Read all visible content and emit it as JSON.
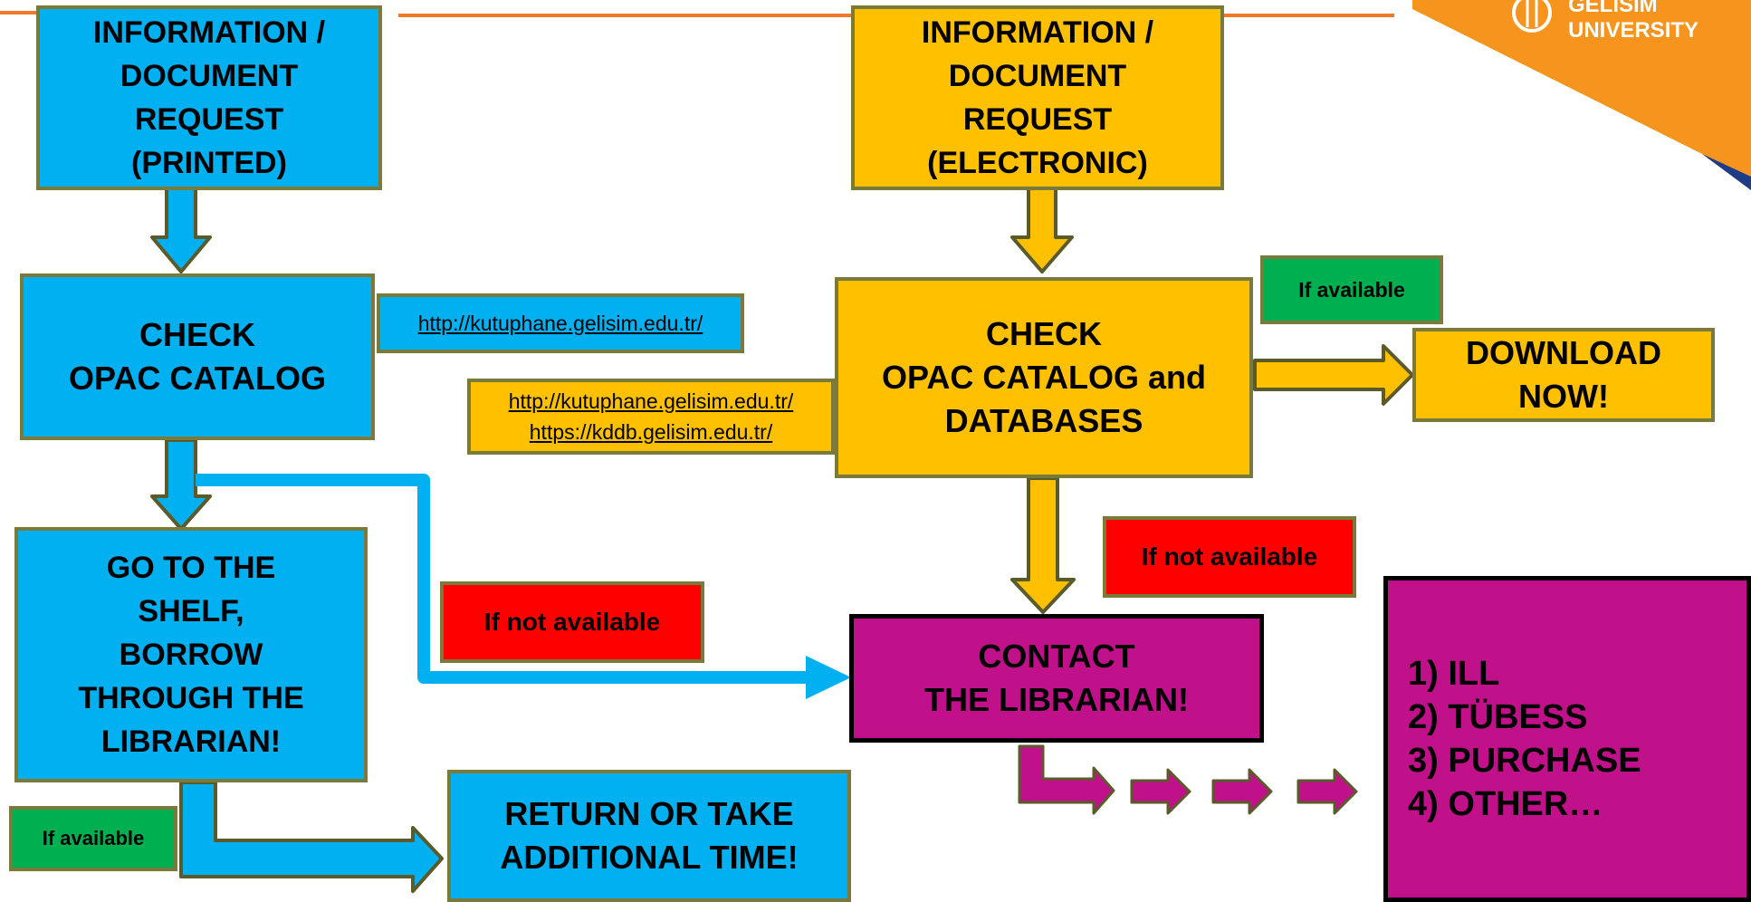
{
  "boxes": {
    "printed_request": [
      "INFORMATION /",
      "DOCUMENT",
      "REQUEST",
      "(PRINTED)"
    ],
    "electronic_request": [
      "INFORMATION /",
      "DOCUMENT",
      "REQUEST",
      "(ELECTRONIC)"
    ],
    "check_opac": [
      "CHECK",
      "OPAC CATALOG"
    ],
    "check_opac_db": [
      "CHECK",
      "OPAC CATALOG and",
      "DATABASES"
    ],
    "go_to_shelf": [
      "GO TO THE",
      "SHELF,",
      "BORROW",
      "THROUGH THE",
      "LIBRARIAN!"
    ],
    "return_box": [
      "RETURN OR TAKE",
      "ADDITIONAL TIME!"
    ],
    "download": [
      "DOWNLOAD",
      "NOW!"
    ],
    "contact_librarian": [
      "CONTACT",
      "THE LIBRARIAN!"
    ],
    "options": [
      "1) ILL",
      "2) TÜBESS",
      "3) PURCHASE",
      "4) OTHER…"
    ]
  },
  "links": {
    "opac_url": "http://kutuphane.gelisim.edu.tr/",
    "opac_url_2": "http://kutuphane.gelisim.edu.tr/",
    "databases_url": "https://kddb.gelisim.edu.tr/"
  },
  "labels": {
    "if_available_right": "If available",
    "if_available_left": "If available",
    "if_not_available_left": "If not available",
    "if_not_available_right": "If not available"
  },
  "logo": {
    "line1": "GELISIM",
    "line2": "UNIVERSITY"
  },
  "colors": {
    "blue": "#00b0f0",
    "gold": "#ffc000",
    "green": "#00b050",
    "red": "#ff0000",
    "magenta": "#c0118a",
    "orange_line": "#f07a2a"
  }
}
